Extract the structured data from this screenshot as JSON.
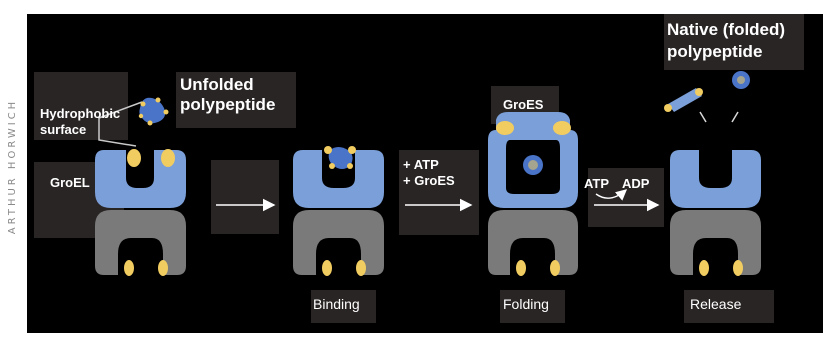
{
  "credit": "ARTHUR HORWICH",
  "labels": {
    "unfolded_polypeptide": [
      "Unfolded",
      "polypeptide"
    ],
    "hydrophobic_surface": [
      "Hydrophobic",
      "surface"
    ],
    "groel": "GroEL",
    "groes": "GroES",
    "native_polypeptide": [
      "Native (folded)",
      "polypeptide"
    ],
    "atp_groes": [
      "+ ATP",
      "+ GroES"
    ],
    "atp": "ATP",
    "adp": "ADP"
  },
  "steps": [
    "Binding",
    "Folding",
    "Release"
  ],
  "colors": {
    "background": "#000000",
    "label_box": "#2a2525",
    "groel_top": "#7b9fd8",
    "groel_bottom": "#7a7a7a",
    "hydrophobic": "#f1cc61",
    "polypeptide": "#4a74c8",
    "text": "#ffffff",
    "credit": "#8a8a8a"
  }
}
